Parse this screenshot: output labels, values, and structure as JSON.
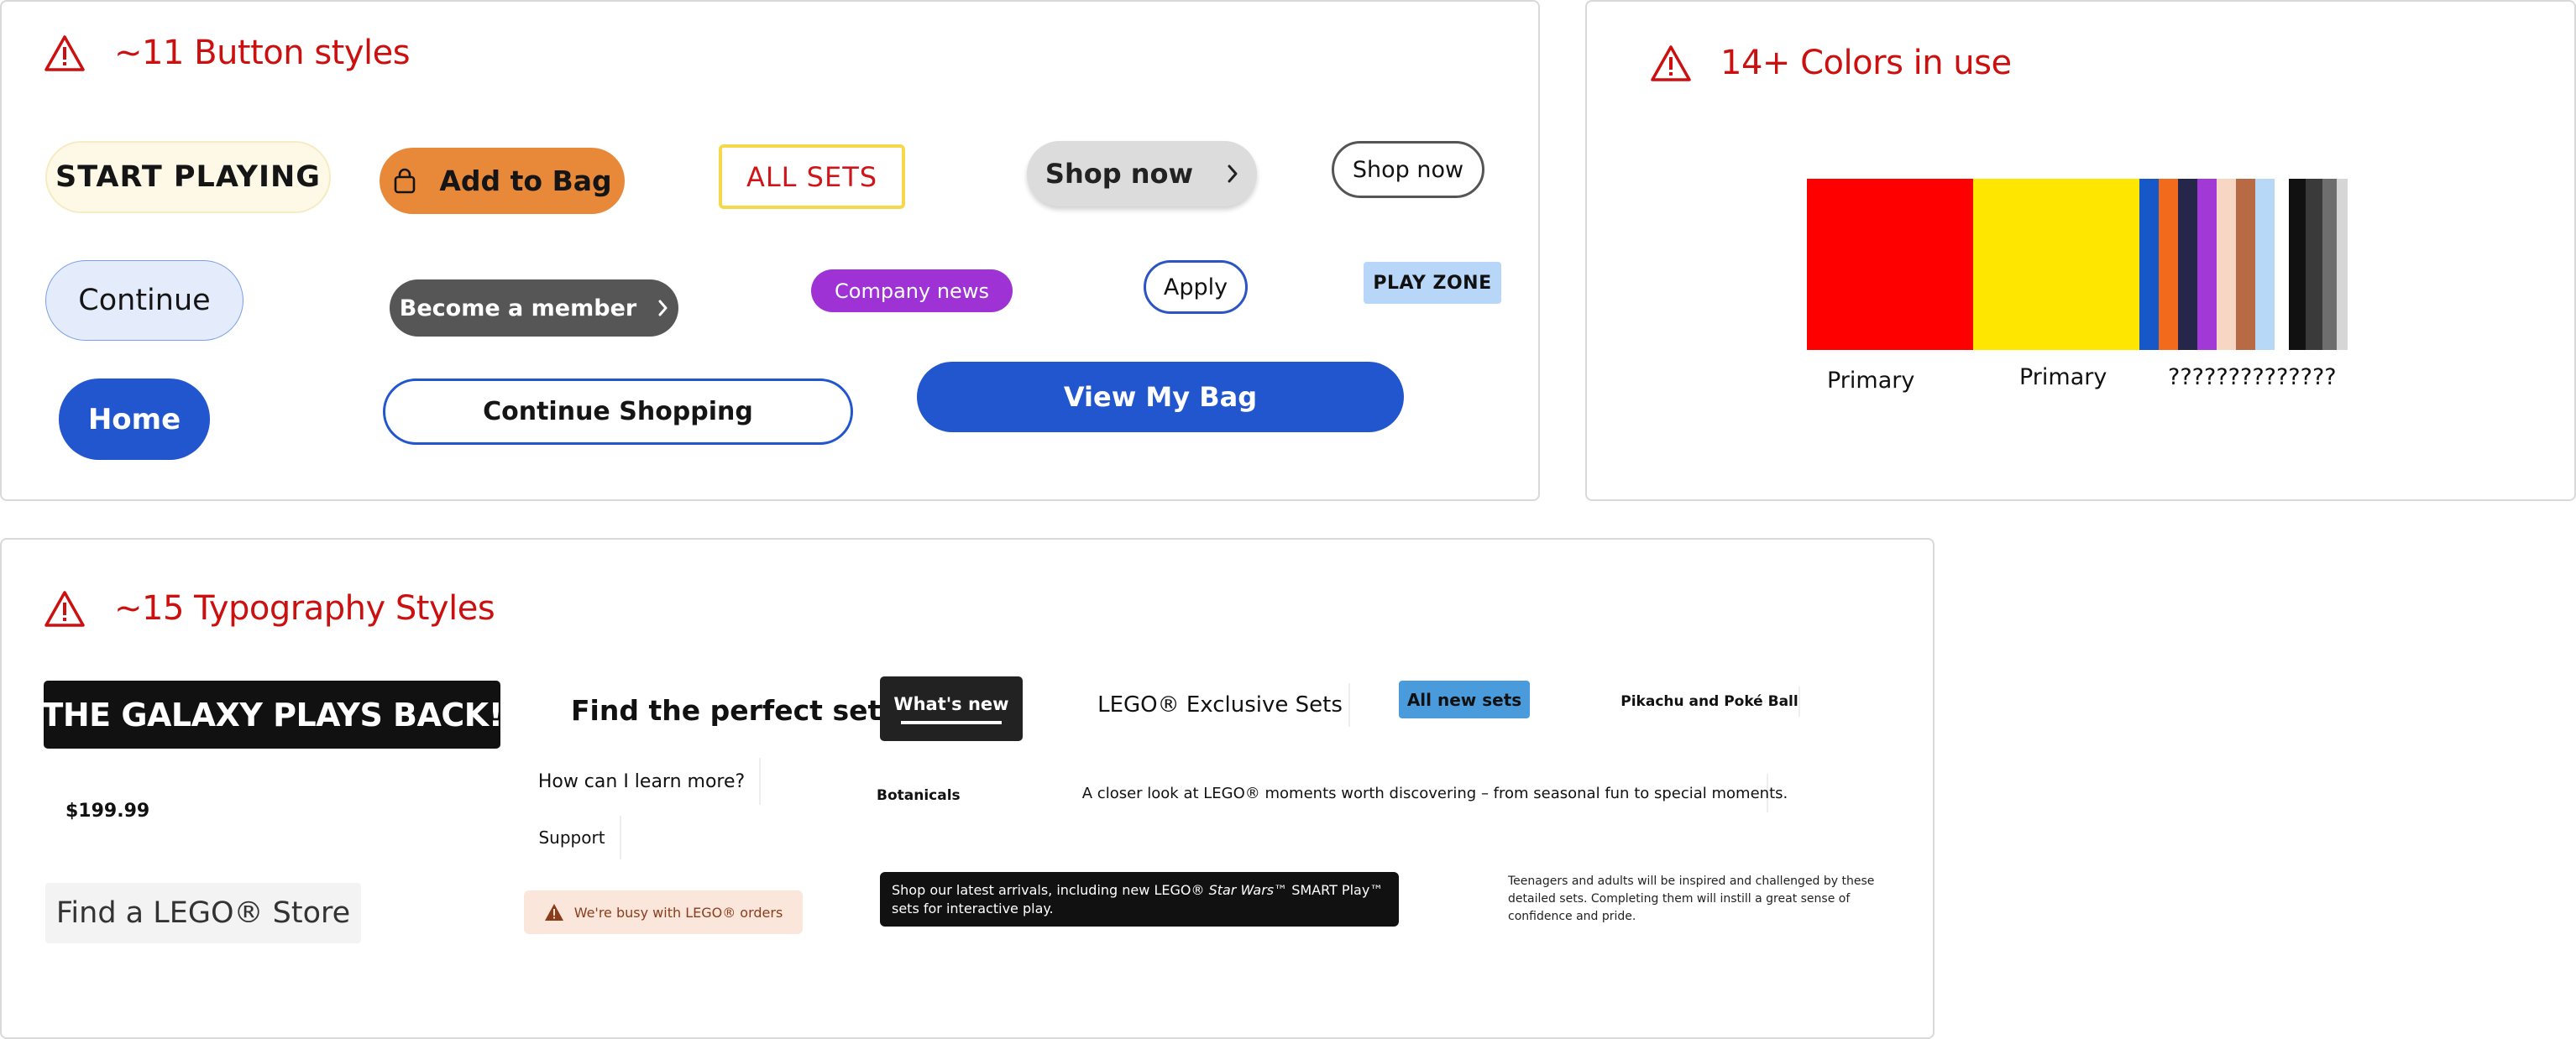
{
  "colors": {
    "accent_red": "#cc1010",
    "blue": "#2256cf",
    "orange": "#e8893a",
    "purple": "#9e32d4",
    "yellow_border": "#f5d94b"
  },
  "icons": [
    "warning-triangle-icon",
    "bag-icon",
    "chevron-right-icon"
  ],
  "buttons_panel": {
    "title": "~11 Button styles",
    "start_playing": "START PLAYING",
    "add_to_bag": "Add to Bag",
    "all_sets": "ALL SETS",
    "shop_now_filled": "Shop now",
    "shop_now_outline": "Shop now",
    "continue": "Continue",
    "become_member": "Become a member",
    "company_news": "Company news",
    "apply": "Apply",
    "play_zone": "PLAY ZONE",
    "home": "Home",
    "continue_shopping": "Continue Shopping",
    "view_my_bag": "View My Bag"
  },
  "colors_panel": {
    "title": "14+ Colors in use",
    "label_1": "Primary",
    "label_2": "Primary",
    "label_3": "??????????????",
    "swatches": [
      {
        "color": "#ff0000",
        "share": 0.3
      },
      {
        "color": "#ffe600",
        "share": 0.3
      },
      {
        "color": "#1658c8",
        "share": 0.035
      },
      {
        "color": "#f26a1b",
        "share": 0.035
      },
      {
        "color": "#26254a",
        "share": 0.035
      },
      {
        "color": "#a238d6",
        "share": 0.035
      },
      {
        "color": "#f7d6c4",
        "share": 0.035
      },
      {
        "color": "#b76a43",
        "share": 0.035
      },
      {
        "color": "#b7d8f6",
        "share": 0.035
      },
      {
        "color": "#ffffff",
        "share": 0.025
      },
      {
        "color": "#111111",
        "share": 0.03
      },
      {
        "color": "#3a3a3a",
        "share": 0.03
      },
      {
        "color": "#6e6e6e",
        "share": 0.025
      },
      {
        "color": "#d6d6d6",
        "share": 0.02
      }
    ]
  },
  "typography_panel": {
    "title": "~15 Typography Styles",
    "galaxy": "THE GALAXY PLAYS BACK!",
    "find_perfect_set": "Find the perfect set",
    "whats_new": "What's new",
    "exclusive_sets": "LEGO® Exclusive Sets",
    "all_new_sets": "All new sets",
    "pikachu": "Pikachu and Poké Ball",
    "price": "$199.99",
    "learn_more": "How can I learn more?",
    "botanicals": "Botanicals",
    "closer_look": "A closer look at LEGO® moments worth discovering – from seasonal fun to special moments.",
    "support": "Support",
    "find_store": "Find a LEGO® Store",
    "busy_orders": "We're busy with LEGO® orders",
    "shop_pre": "Shop our latest arrivals, including new LEGO®",
    "shop_em": "Star Wars",
    "shop_post": "™ SMART Play™ sets for interactive play.",
    "teen_text": "Teenagers and adults will be inspired and challenged by these detailed sets. Completing them will instill a great sense of confidence and pride."
  }
}
